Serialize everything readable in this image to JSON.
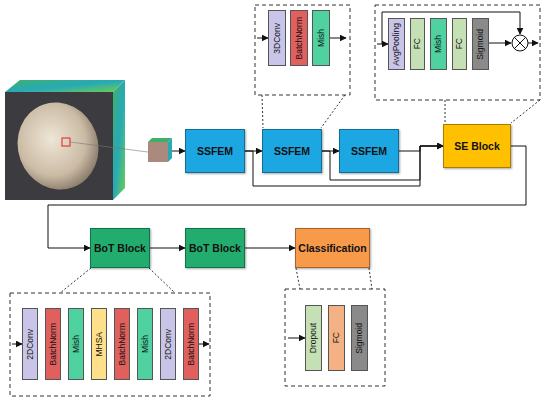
{
  "diagram": {
    "nodes": [
      {
        "text": [
          "3DConv"
        ]
      },
      {
        "text": [
          "BatchNorm"
        ]
      },
      {
        "text": [
          "Mish"
        ]
      },
      {
        "text": [
          "AvgPooling"
        ]
      },
      {
        "text": [
          "FC"
        ]
      },
      {
        "text": [
          "Mish"
        ]
      },
      {
        "text": [
          "FC"
        ]
      },
      {
        "text": [
          "Sigmoid"
        ]
      },
      {
        "text": [
          "SSFEM"
        ]
      },
      {
        "text": [
          "SSFEM"
        ]
      },
      {
        "text": [
          "SSFEM"
        ]
      },
      {
        "text": [
          "SE Block"
        ]
      },
      {
        "text": [
          "BoT Block"
        ]
      },
      {
        "text": [
          "BoT Block"
        ]
      },
      {
        "text": [
          "Classification"
        ]
      },
      {
        "text": [
          "2DConv"
        ]
      },
      {
        "text": [
          "BatchNorm"
        ]
      },
      {
        "text": [
          "Mish"
        ]
      },
      {
        "text": [
          "MHSA"
        ]
      },
      {
        "text": [
          "BatchNorm"
        ]
      },
      {
        "text": [
          "Mish"
        ]
      },
      {
        "text": [
          "2DConv"
        ]
      },
      {
        "text": [
          "BatchNorm"
        ]
      },
      {
        "text": [
          "Dropout"
        ]
      },
      {
        "text": [
          "FC"
        ]
      },
      {
        "text": [
          "Sigmoid"
        ]
      }
    ],
    "edges": [
      {
        "from": 8,
        "to": 9,
        "arrow": "to"
      },
      {
        "from": 9,
        "to": 10,
        "arrow": "to"
      },
      {
        "from": 10,
        "to": 11,
        "arrow": "to"
      },
      {
        "from": 8,
        "to": 11,
        "arrow": "to"
      },
      {
        "from": 9,
        "to": 11,
        "arrow": "to"
      },
      {
        "from": 11,
        "to": 12,
        "arrow": "to"
      },
      {
        "from": 12,
        "to": 13,
        "arrow": "to"
      },
      {
        "from": 13,
        "to": 14,
        "arrow": "to"
      }
    ]
  }
}
